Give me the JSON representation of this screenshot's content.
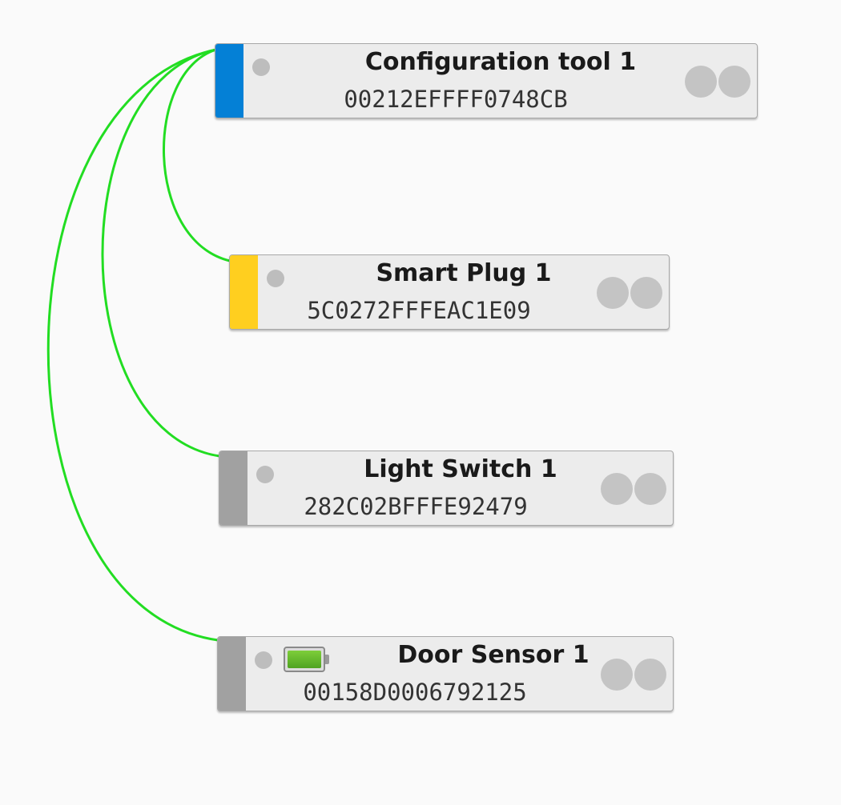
{
  "colors": {
    "link": "#22dd22",
    "coordinator": "#0480d6",
    "router": "#ffcf1f",
    "end_device": "#a1a1a1"
  },
  "nodes": [
    {
      "id": "config-tool",
      "name": "Configuration tool 1",
      "ieee": "00212EFFFF0748CB",
      "role_color": "#0480d6"
    },
    {
      "id": "smart-plug",
      "name": "Smart Plug 1",
      "ieee": "5C0272FFFEAC1E09",
      "role_color": "#ffcf1f"
    },
    {
      "id": "light-switch",
      "name": "Light Switch 1",
      "ieee": "282C02BFFFE92479",
      "role_color": "#a1a1a1"
    },
    {
      "id": "door-sensor",
      "name": "Door Sensor 1",
      "ieee": "00158D0006792125",
      "role_color": "#a1a1a1",
      "battery_icon": "battery-full-icon"
    }
  ],
  "links": [
    {
      "from": "config-tool",
      "to": "smart-plug"
    },
    {
      "from": "config-tool",
      "to": "light-switch"
    },
    {
      "from": "config-tool",
      "to": "door-sensor"
    }
  ]
}
